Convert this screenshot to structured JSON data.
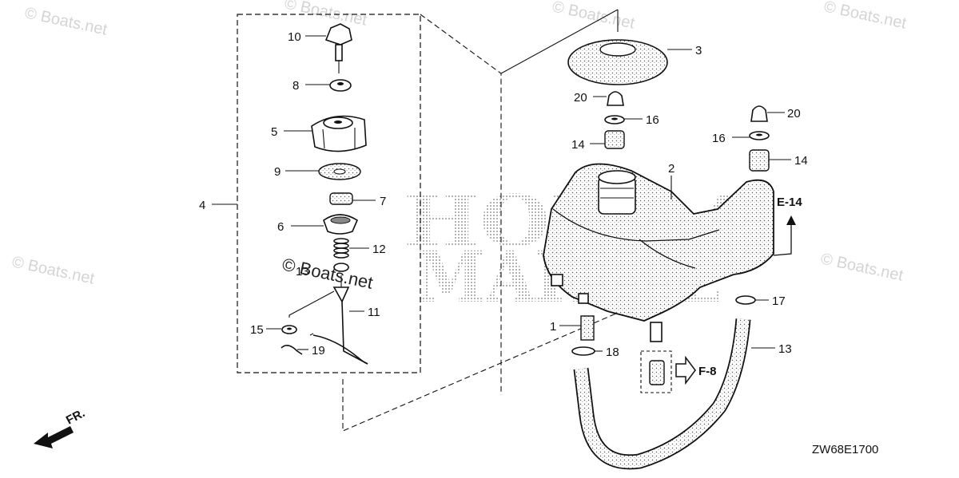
{
  "watermark": {
    "brand_line1": "HONDA",
    "brand_line2": "MARINE",
    "site": "© Boats.net",
    "site_center": "© Boats.net"
  },
  "references": {
    "e14": "E-14",
    "f8": "F-8",
    "front": "FR."
  },
  "diagram_code": "ZW68E1700",
  "callouts": {
    "p1": "1",
    "p2": "2",
    "p3": "3",
    "p4": "4",
    "p5": "5",
    "p6": "6",
    "p7": "7",
    "p8": "8",
    "p9": "9",
    "p10": "10",
    "p11": "11",
    "p12": "12",
    "p13": "13",
    "p14a": "14",
    "p14b": "14",
    "p15": "15",
    "p16a": "16",
    "p16b": "16",
    "p17": "17",
    "p18": "18",
    "p19": "19",
    "p20a": "20",
    "p20b": "20",
    "p13b": "13"
  },
  "colors": {
    "ink": "#111111",
    "watermark": "#d4d4d4",
    "hatch": "#b5b5b5"
  }
}
